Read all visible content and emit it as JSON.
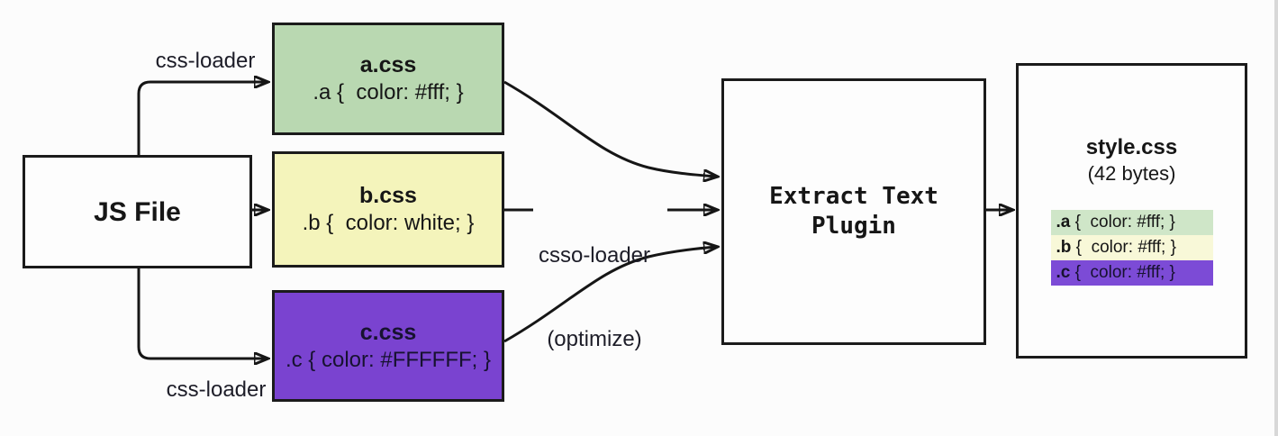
{
  "diagram": {
    "nodes": {
      "js_file": {
        "title": "JS File"
      },
      "a_css": {
        "title": "a.css",
        "code": ".a {  color: #fff; }",
        "bg": "#b9d8b1"
      },
      "b_css": {
        "title": "b.css",
        "code": ".b {  color: white; }",
        "bg": "#f4f4bb"
      },
      "c_css": {
        "title": "c.css",
        "code": ".c { color: #FFFFFF; }",
        "bg": "#7a43d0"
      },
      "extract_plugin": {
        "title_line1": "Extract Text",
        "title_line2": "Plugin"
      },
      "output": {
        "title": "style.css",
        "subtitle": "(42 bytes)",
        "rows": [
          {
            "selector": ".a",
            "code": " {  color: #fff; }",
            "bg": "#cfe6c8"
          },
          {
            "selector": ".b",
            "code": " {  color: #fff; }",
            "bg": "#f8f8d8"
          },
          {
            "selector": ".c",
            "code": " {  color: #fff; }",
            "bg": "#7c4bd6"
          }
        ]
      }
    },
    "edge_labels": {
      "css_loader_top": "css-loader",
      "css_loader_bottom": "css-loader",
      "csso_loader_line1": "csso-loader",
      "csso_loader_line2": "(optimize)"
    },
    "colors": {
      "background": "#fcfcfc",
      "stroke": "#161616",
      "border": "#1b1b1b",
      "box_green": "#b9d8b1",
      "box_yellow": "#f4f4bb",
      "box_purple": "#7a43d0",
      "row_green": "#cfe6c8",
      "row_yellow": "#f8f8d8",
      "row_purple": "#7c4bd6"
    }
  }
}
